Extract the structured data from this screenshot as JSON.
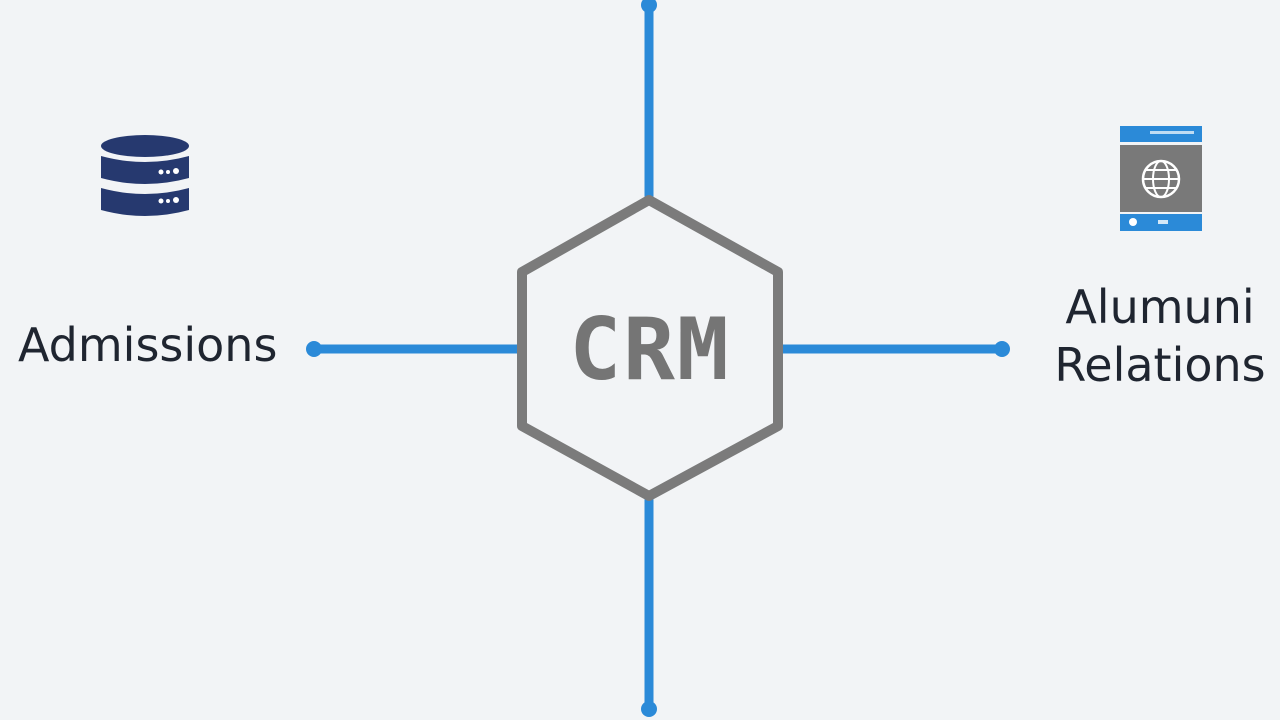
{
  "diagram": {
    "center": {
      "label": "CRM",
      "shape": "hexagon",
      "stroke_color": "#7b7b7b"
    },
    "nodes": [
      {
        "id": "admissions",
        "label": "Admissions",
        "icon": "database-icon",
        "icon_color": "#26396f",
        "position": "left"
      },
      {
        "id": "alumni",
        "label_line1": "Alumuni",
        "label_line2": "Relations",
        "icon": "web-browser-globe-icon",
        "icon_color": "#2b8ad8",
        "position": "right"
      }
    ],
    "connector_color": "#2b8ad8",
    "connectors": [
      "top",
      "bottom",
      "left",
      "right"
    ]
  }
}
